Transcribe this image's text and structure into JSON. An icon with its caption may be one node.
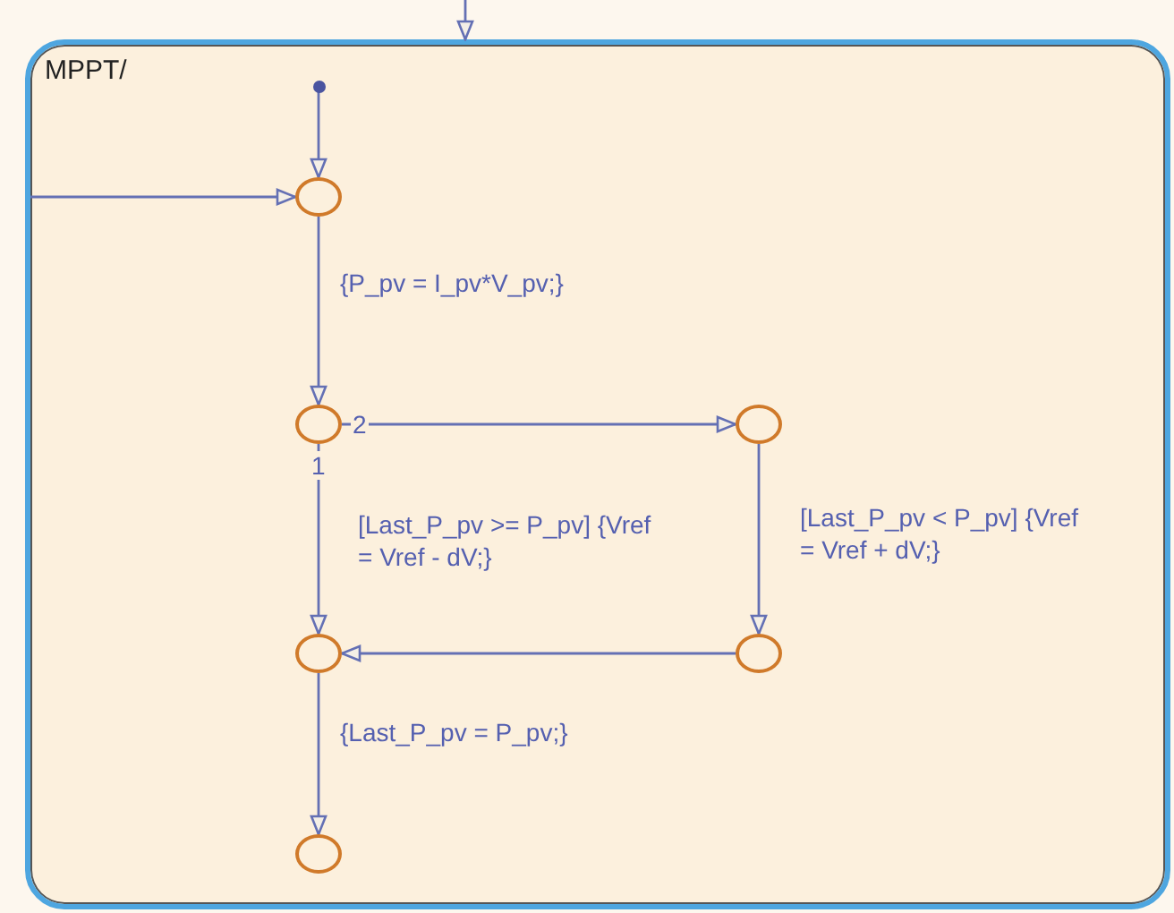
{
  "diagram": {
    "nodes": [
      {
        "text": [
          "MPPT/"
        ]
      },
      {
        "text": [],
        "shape": "circle",
        "in": 0
      },
      {
        "text": [],
        "shape": "circle",
        "in": 0
      },
      {
        "text": [],
        "shape": "circle",
        "in": 0
      },
      {
        "text": [],
        "shape": "circle",
        "in": 0
      },
      {
        "text": [],
        "shape": "circle",
        "in": 0
      },
      {
        "text": [],
        "shape": "circle",
        "in": 0
      },
      {
        "text": [],
        "shape": "circle",
        "in": 0
      }
    ],
    "edges": [
      {
        "from": null,
        "to": 0,
        "arrow": "to"
      },
      {
        "from": 1,
        "to": 2,
        "arrow": "to"
      },
      {
        "from": null,
        "to": 2,
        "arrow": "to"
      },
      {
        "from": 2,
        "to": 3,
        "arrow": "to",
        "label": "{P_pv = I_pv*V_pv;}"
      },
      {
        "from": 3,
        "to": 4,
        "arrow": "to"
      },
      {
        "from": 3,
        "to": 5,
        "arrow": "to",
        "label": "[Last_P_pv >= P_pv] {Vref = Vref - dV;}"
      },
      {
        "from": 4,
        "to": 6,
        "arrow": "to",
        "label": "[Last_P_pv < P_pv] {Vref = Vref + dV;}"
      },
      {
        "from": 6,
        "to": 5,
        "arrow": "to"
      },
      {
        "from": 5,
        "to": 7,
        "arrow": "to",
        "label": "{Last_P_pv = P_pv;}"
      }
    ],
    "labels": [
      "2",
      "1"
    ]
  }
}
